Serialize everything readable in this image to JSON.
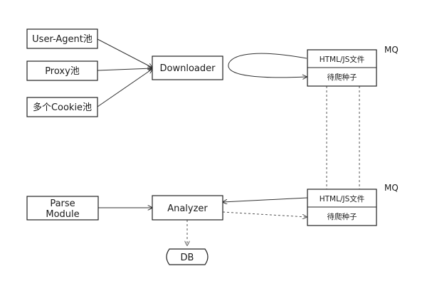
{
  "nodes": {
    "user_agent_pool": "User-Agent池",
    "proxy_pool": "Proxy池",
    "cookie_pool": "多个Cookie池",
    "downloader": "Downloader",
    "parse_module_line1": "Parse",
    "parse_module_line2": "Module",
    "analyzer": "Analyzer",
    "db": "DB"
  },
  "queues": {
    "top": {
      "label": "MQ",
      "slot_html_js": "HTML/JS文件",
      "slot_seeds": "待爬种子"
    },
    "bottom": {
      "label": "MQ",
      "slot_html_js": "HTML/JS文件",
      "slot_seeds": "待爬种子"
    }
  }
}
